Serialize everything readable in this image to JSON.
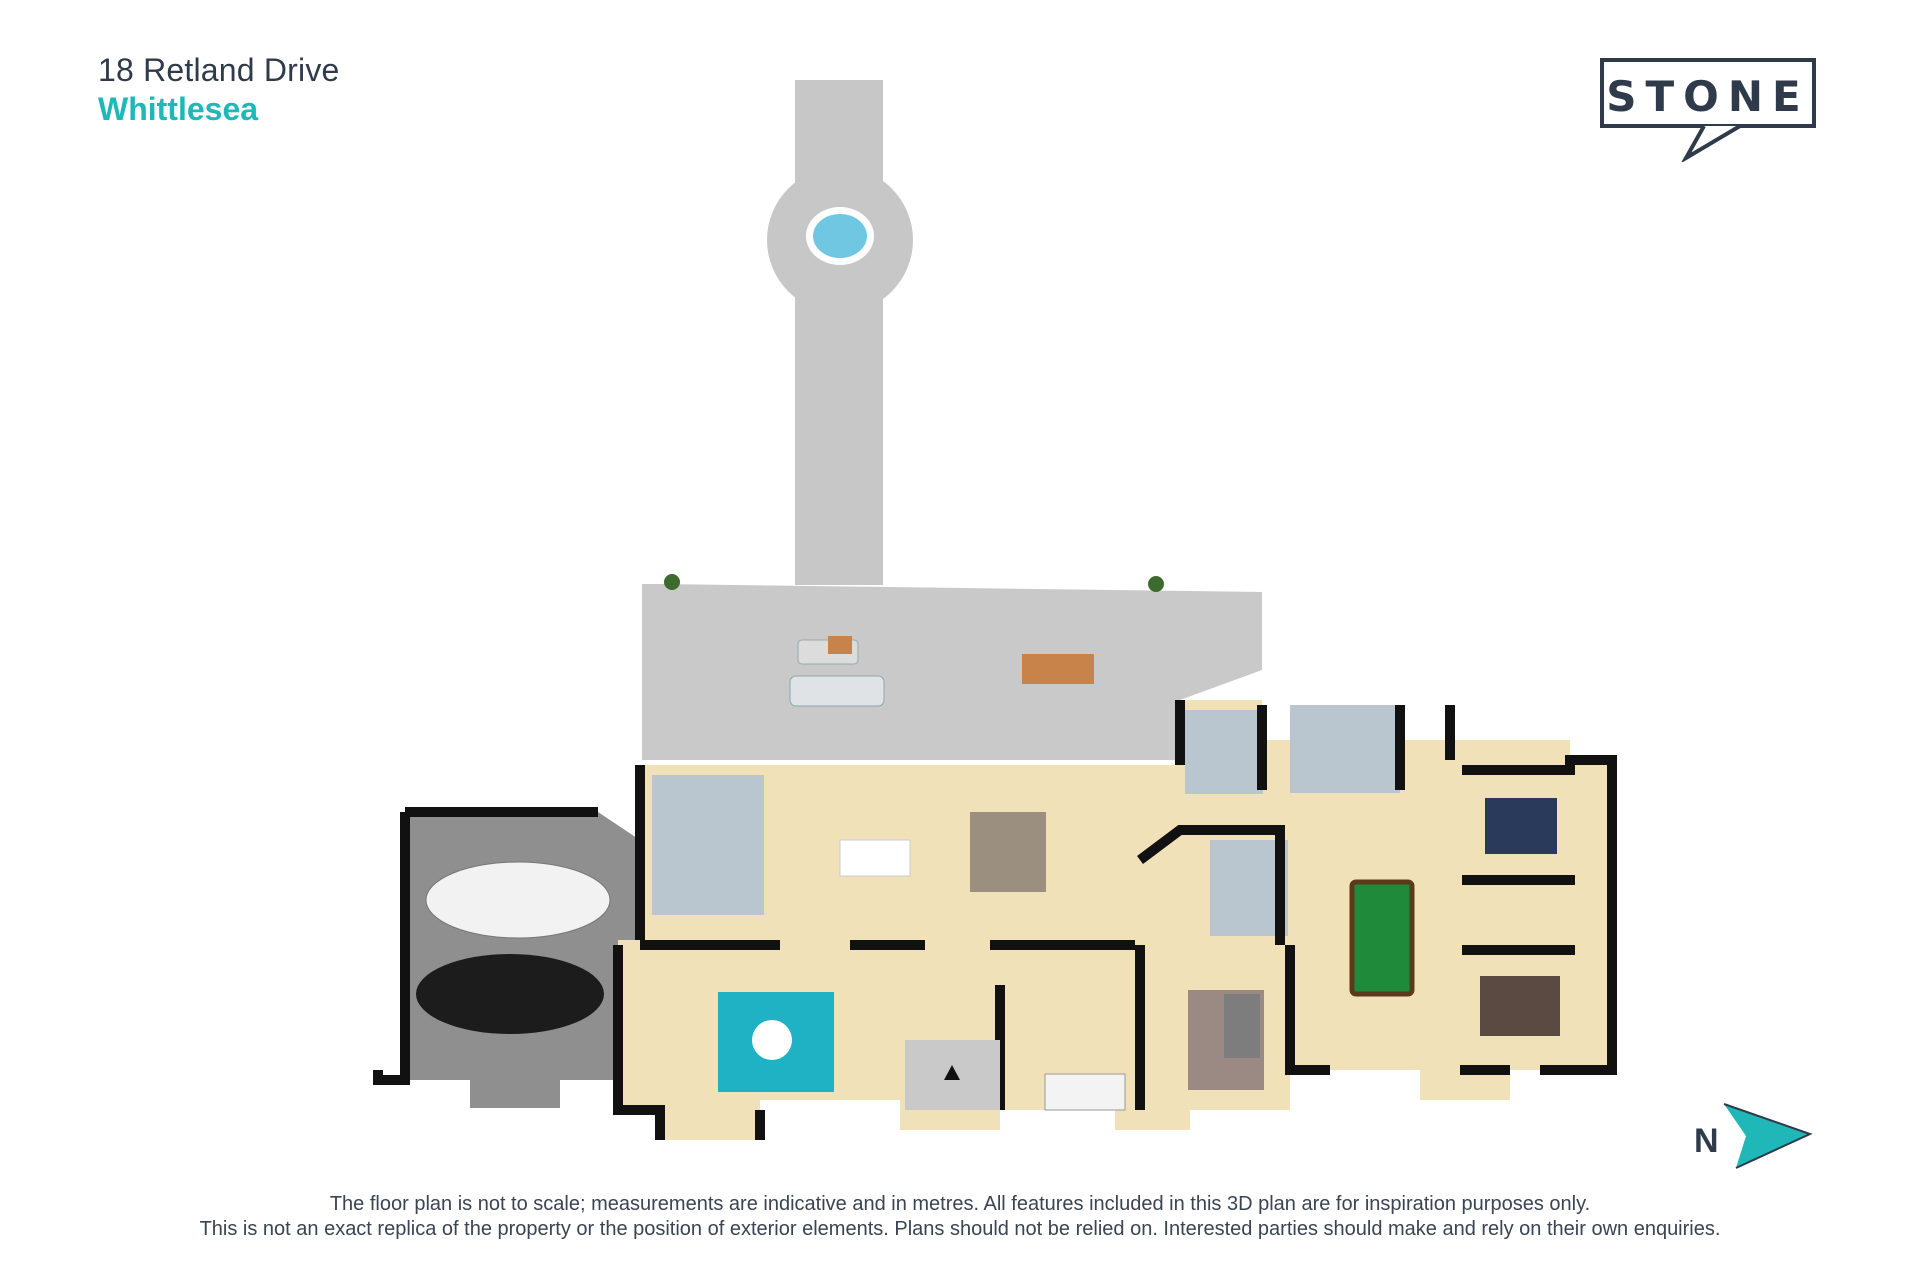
{
  "header": {
    "street": "18 Retland Drive",
    "suburb": "Whittlesea"
  },
  "brand": {
    "name": "STONE",
    "color": "#2f3a4a",
    "accent": "#1fb7b8"
  },
  "compass": {
    "label": "N",
    "icon": "north-arrow-icon"
  },
  "disclaimer": {
    "line1": "The floor plan is not to scale; measurements are indicative and in metres. All features included in this 3D plan are for inspiration purposes only.",
    "line2": "This is not an exact replica of the property or the position of exterior elements. Plans should not be relied on. Interested parties should make and rely on their own enquiries."
  },
  "colors": {
    "floor": "#f1e1b8",
    "tile": "#b9c6cf",
    "paving": "#c8c8c8",
    "wall": "#111111",
    "garage": "#8f8f8f",
    "pool": "#6fc7e2",
    "rug_teal": "#1fb1c4",
    "billiard": "#1e8a3a"
  }
}
